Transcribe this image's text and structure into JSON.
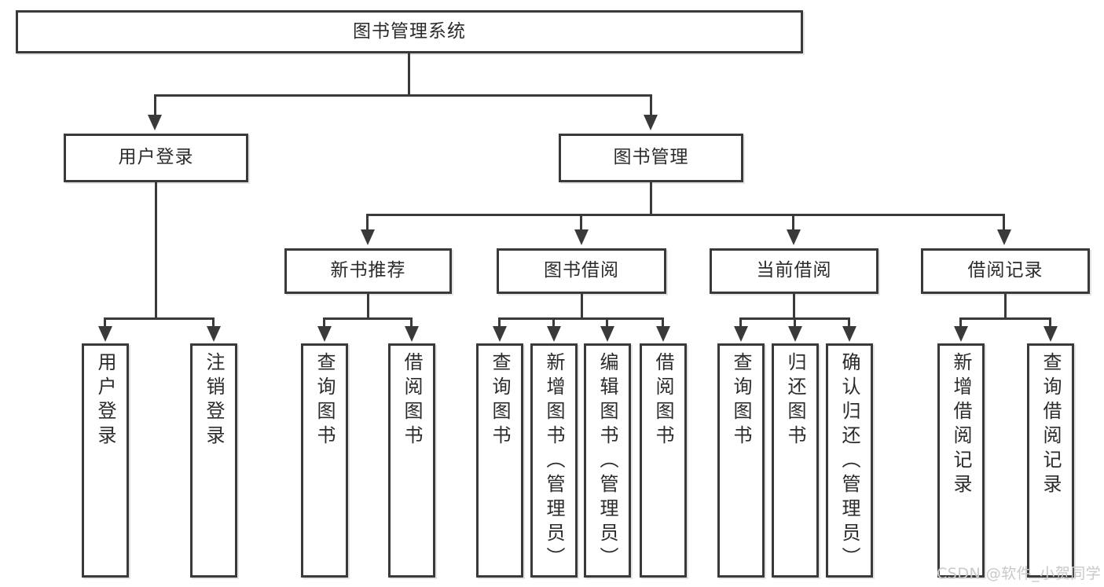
{
  "diagram": {
    "type": "tree-hierarchy",
    "title": "图书管理系统",
    "root": {
      "label": "图书管理系统"
    },
    "level2": [
      {
        "label": "用户登录"
      },
      {
        "label": "图书管理"
      }
    ],
    "level3": [
      {
        "label": "新书推荐"
      },
      {
        "label": "图书借阅"
      },
      {
        "label": "当前借阅"
      },
      {
        "label": "借阅记录"
      }
    ],
    "leaves": {
      "user_login": [
        {
          "label": "用户登录"
        },
        {
          "label": "注销登录"
        }
      ],
      "new_book_recommend": [
        {
          "label": "查询图书"
        },
        {
          "label": "借阅图书"
        }
      ],
      "book_borrow": [
        {
          "label": "查询图书"
        },
        {
          "label": "新增图书（管理员）"
        },
        {
          "label": "编辑图书（管理员）"
        },
        {
          "label": "借阅图书"
        }
      ],
      "current_borrow": [
        {
          "label": "查询图书"
        },
        {
          "label": "归还图书"
        },
        {
          "label": "确认归还（管理员）"
        }
      ],
      "borrow_record": [
        {
          "label": "新增借阅记录"
        },
        {
          "label": "查询借阅记录"
        }
      ]
    }
  },
  "watermark": {
    "text": "CSDN @软件_小贺同学"
  },
  "colors": {
    "stroke": "#3a3a3a",
    "background": "#ffffff",
    "text": "#2b2b2b",
    "watermark": "#c9c9c9"
  }
}
